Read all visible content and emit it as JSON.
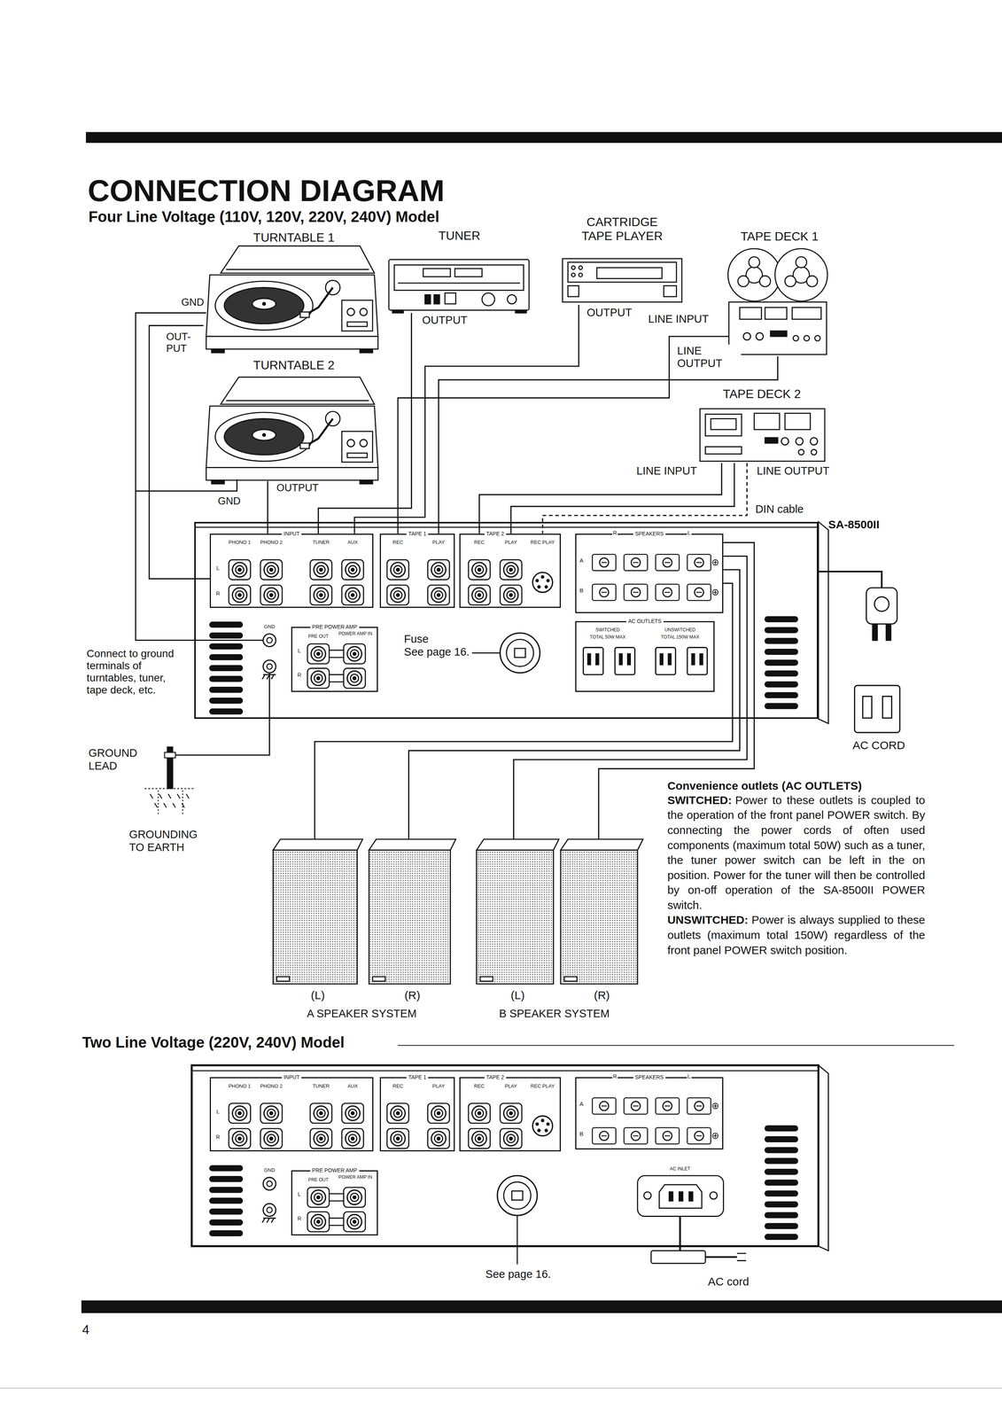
{
  "diagram": {
    "title": "CONNECTION DIAGRAM",
    "nodes": [
      {
        "text": [
          "TURNTABLE 1"
        ]
      },
      {
        "text": [
          "TUNER"
        ]
      },
      {
        "text": [
          "CARTRIDGE TAPE PLAYER"
        ]
      },
      {
        "text": [
          "TAPE DECK 1"
        ]
      },
      {
        "text": [
          "TURNTABLE 2"
        ]
      },
      {
        "text": [
          "TAPE DECK 2"
        ]
      },
      {
        "text": [
          "SA-8500II"
        ]
      },
      {
        "text": [
          "INPUT"
        ],
        "in": 6
      },
      {
        "text": [
          "TAPE 1"
        ],
        "in": 6
      },
      {
        "text": [
          "TAPE 2"
        ],
        "in": 6
      },
      {
        "text": [
          "SPEAKERS"
        ],
        "in": 6
      },
      {
        "text": [
          "PRE POWER AMP"
        ],
        "in": 6
      },
      {
        "text": [
          "AC OUTLETS"
        ],
        "in": 6
      },
      {
        "text": [
          "(L)"
        ]
      },
      {
        "text": [
          "(R)"
        ]
      },
      {
        "text": [
          "(L)"
        ]
      },
      {
        "text": [
          "(R)"
        ]
      },
      {
        "text": [
          "INPUT"
        ]
      },
      {
        "text": [
          "TAPE 1"
        ]
      },
      {
        "text": [
          "TAPE 2"
        ]
      },
      {
        "text": [
          "SPEAKERS"
        ]
      },
      {
        "text": [
          "PRE POWER AMP"
        ]
      }
    ],
    "edges": [
      {
        "from": 0,
        "to": 7,
        "arrow": "none"
      },
      {
        "from": 4,
        "to": 7,
        "arrow": "none"
      },
      {
        "from": 1,
        "to": 7,
        "arrow": "none"
      },
      {
        "from": 2,
        "to": 7,
        "arrow": "none"
      },
      {
        "from": 8,
        "to": 3,
        "arrow": "none"
      },
      {
        "from": 3,
        "to": 8,
        "arrow": "none"
      },
      {
        "from": 9,
        "to": 5,
        "arrow": "none"
      },
      {
        "from": 5,
        "to": 9,
        "arrow": "none"
      },
      {
        "from": 5,
        "to": 9,
        "label": "DIN cable",
        "arrow": "none"
      },
      {
        "from": 10,
        "to": 16,
        "arrow": "none"
      },
      {
        "from": 10,
        "to": 15,
        "arrow": "none"
      },
      {
        "from": 10,
        "to": 14,
        "arrow": "none"
      },
      {
        "from": 10,
        "to": 13,
        "arrow": "none"
      }
    ],
    "labels": [
      "Four Line Voltage (110V, 120V, 220V, 240V) Model",
      "GND",
      "OUT- PUT",
      "OUTPUT",
      "GND",
      "OUTPUT",
      "OUTPUT",
      "LINE INPUT",
      "LINE OUTPUT",
      "LINE INPUT",
      "LINE OUTPUT",
      "PHONO 1",
      "PHONO 2",
      "TUNER",
      "AUX",
      "REC",
      "PLAY",
      "REC",
      "PLAY",
      "REC PLAY",
      "L",
      "R",
      "R",
      "L",
      "A",
      "B",
      "GND",
      "PRE OUT",
      "POWER AMP IN",
      "L",
      "R",
      "SWITCHED",
      "UNSWITCHED",
      "TOTAL 50W MAX",
      "TOTAL 150W MAX",
      "Fuse",
      "Connect to ground terminals of turntables, tuner, tape deck, etc.",
      "GROUND LEAD",
      "GROUNDING TO EARTH",
      "A SPEAKER SYSTEM",
      "B SPEAKER SYSTEM",
      "AC CORD",
      "Convenience outlets (AC OUTLETS)",
      "SWITCHED:",
      "Power to these outlets is coupled to the operation of the front panel POWER switch. By connecting the power cords of often used components (maximum total 50W) such as a tuner, the tuner power switch can be left in the on position. Power for the tuner will then be controlled by on-off operation of the SA-8500II POWER switch.",
      "UNSWITCHED:",
      "Power is always supplied to these outlets (maximum total 150W) regardless of the front panel POWER switch position.",
      "Two Line Voltage (220V, 240V) Model",
      "PHONO 1",
      "PHONO 2",
      "TUNER",
      "AUX",
      "REC",
      "PLAY",
      "REC",
      "PLAY",
      "REC PLAY",
      "L",
      "R",
      "R",
      "L",
      "A",
      "B",
      "GND",
      "PRE OUT",
      "POWER AMP IN",
      "L",
      "R",
      "AC INLET",
      "See page 16.",
      "AC cord",
      "4",
      "See page 16."
    ]
  }
}
